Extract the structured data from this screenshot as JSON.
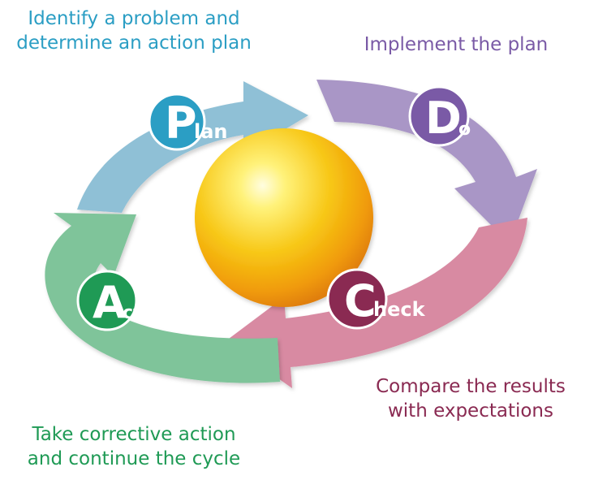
{
  "colors": {
    "plan": "#2b9ec4",
    "do": "#7a5aa6",
    "check": "#8a2a52",
    "act": "#1f9a55",
    "plan_arrow": "#8fc0d6",
    "do_arrow": "#a996c6",
    "check_arrow": "#d88aa2",
    "act_arrow": "#7fc49a",
    "sphere": "#f7c614"
  },
  "phases": {
    "plan": {
      "letter": "P",
      "rest": "lan",
      "caption": [
        "Identify a problem and",
        "determine an action plan"
      ]
    },
    "do": {
      "letter": "D",
      "rest": "o",
      "caption": [
        "Implement the plan"
      ]
    },
    "check": {
      "letter": "C",
      "rest": "heck",
      "caption": [
        "Compare the results",
        "with expectations"
      ]
    },
    "act": {
      "letter": "A",
      "rest": "ct",
      "caption": [
        "Take corrective action",
        "and continue the cycle"
      ]
    }
  }
}
